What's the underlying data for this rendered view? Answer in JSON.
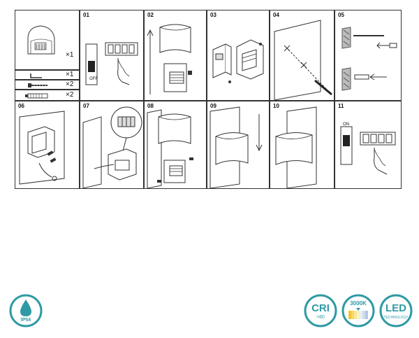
{
  "parts": {
    "lamp_qty": "×1",
    "hex_key_qty": "×1",
    "screw_qty": "×2",
    "anchor_qty": "×2"
  },
  "steps": [
    {
      "num": "01",
      "switch_label": "OFF"
    },
    {
      "num": "02"
    },
    {
      "num": "03"
    },
    {
      "num": "04"
    },
    {
      "num": "05"
    },
    {
      "num": "06"
    },
    {
      "num": "07"
    },
    {
      "num": "08"
    },
    {
      "num": "09"
    },
    {
      "num": "10"
    },
    {
      "num": "11",
      "switch_label": "ON"
    }
  ],
  "badges": {
    "ip_rating": "IP54",
    "cri_label": "CRI",
    "cri_value": ">80",
    "color_temp": "3000K",
    "led_label": "LED",
    "led_sub": "TECHNOLOGY"
  },
  "colors": {
    "teal": "#2f9aa4",
    "line": "#333333"
  }
}
